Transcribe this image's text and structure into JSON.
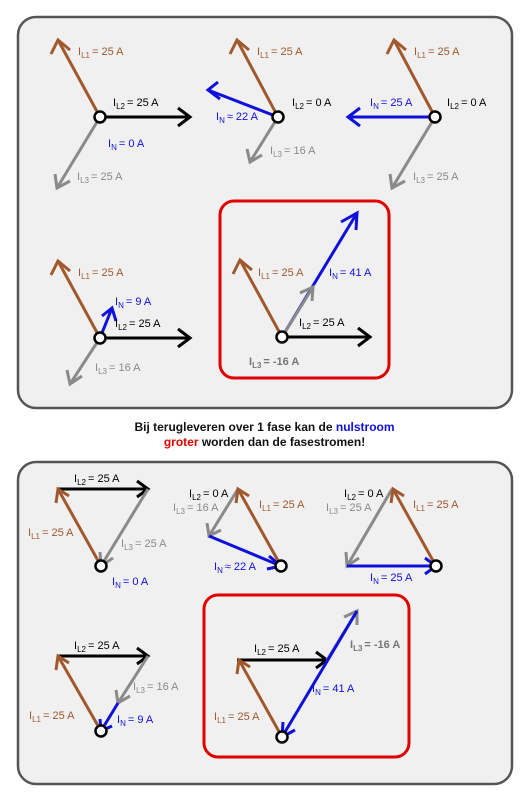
{
  "colors": {
    "l1": "#a0582c",
    "l2": "#000000",
    "l3": "#8a8a8a",
    "n": "#1010dd",
    "highlight": "#e00000",
    "panel_bg": "#f0f0f0",
    "panel_border": "#555555"
  },
  "caption": {
    "part1": "Bij terugleveren over 1 fase kan de ",
    "nulstroom": "nulstroom",
    "groter": "groter",
    "part2": " worden dan de fasestromen!"
  },
  "star_diagrams": [
    {
      "l1": {
        "sub": "L1",
        "val": "= 25 A"
      },
      "l2": {
        "sub": "L2",
        "val": "= 25 A"
      },
      "l3": {
        "sub": "L3",
        "val": "= 25 A"
      },
      "n": {
        "sub": "N",
        "val": "= 0 A"
      }
    },
    {
      "l1": {
        "sub": "L1",
        "val": "= 25 A"
      },
      "l2": {
        "sub": "L2",
        "val": "= 0 A"
      },
      "l3": {
        "sub": "L3",
        "val": "= 16 A"
      },
      "n": {
        "sub": "N",
        "val": "≈ 22 A"
      }
    },
    {
      "l1": {
        "sub": "L1",
        "val": "= 25 A"
      },
      "l2": {
        "sub": "L2",
        "val": "= 0 A"
      },
      "l3": {
        "sub": "L3",
        "val": "= 25 A"
      },
      "n": {
        "sub": "N",
        "val": "= 25 A"
      }
    },
    {
      "l1": {
        "sub": "L1",
        "val": "= 25 A"
      },
      "l2": {
        "sub": "L2",
        "val": "= 25 A"
      },
      "l3": {
        "sub": "L3",
        "val": "= 16 A"
      },
      "n": {
        "sub": "N",
        "val": "= 9 A"
      }
    },
    {
      "l1": {
        "sub": "L1",
        "val": "= 25 A"
      },
      "l2": {
        "sub": "L2",
        "val": "= 25 A"
      },
      "l3": {
        "sub": "L3",
        "val": "= -16 A"
      },
      "n": {
        "sub": "N",
        "val": "= 41 A"
      }
    }
  ],
  "triangle_diagrams": [
    {
      "l1": {
        "sub": "L1",
        "val": "= 25 A"
      },
      "l2": {
        "sub": "L2",
        "val": "= 25 A"
      },
      "l3": {
        "sub": "L3",
        "val": "= 25 A"
      },
      "n": {
        "sub": "N",
        "val": "= 0 A"
      }
    },
    {
      "l1": {
        "sub": "L1",
        "val": "= 25 A"
      },
      "l2": {
        "sub": "L2",
        "val": "= 0 A"
      },
      "l3": {
        "sub": "L3",
        "val": "= 16 A"
      },
      "n": {
        "sub": "N",
        "val": "≈ 22 A"
      }
    },
    {
      "l1": {
        "sub": "L1",
        "val": "= 25 A"
      },
      "l2": {
        "sub": "L2",
        "val": "= 0 A"
      },
      "l3": {
        "sub": "L3",
        "val": "= 25 A"
      },
      "n": {
        "sub": "N",
        "val": "= 25 A"
      }
    },
    {
      "l1": {
        "sub": "L1",
        "val": "= 25 A"
      },
      "l2": {
        "sub": "L2",
        "val": "= 25 A"
      },
      "l3": {
        "sub": "L3",
        "val": "= 16 A"
      },
      "n": {
        "sub": "N",
        "val": "= 9 A"
      }
    },
    {
      "l1": {
        "sub": "L1",
        "val": "= 25 A"
      },
      "l2": {
        "sub": "L2",
        "val": "= 25 A"
      },
      "l3": {
        "sub": "L3",
        "val": "= -16 A"
      },
      "n": {
        "sub": "N",
        "val": "= 41 A"
      }
    }
  ]
}
